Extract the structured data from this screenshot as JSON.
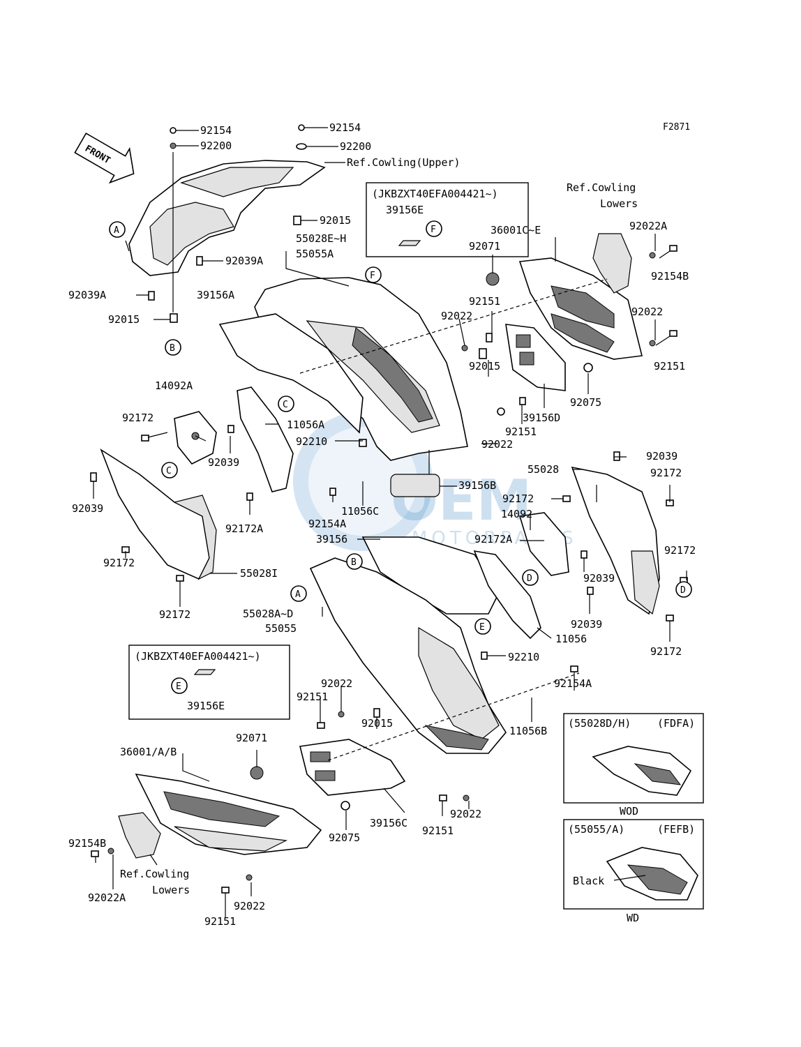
{
  "figure_code": "F2871",
  "front_label": "FRONT",
  "callouts": {
    "A": "A",
    "B": "B",
    "C": "C",
    "D": "D",
    "E": "E",
    "F": "F"
  },
  "labels": {
    "l_92154_top_left": "92154",
    "l_92200_top_left": "92200",
    "l_92154_top_mid": "92154",
    "l_92200_top_mid": "92200",
    "l_ref_cowling_upper": "Ref.Cowling(Upper)",
    "l_92015_a": "92015",
    "l_92039A_a": "92039A",
    "l_92039A_b": "92039A",
    "l_92015_b": "92015",
    "l_55028EH": "55028E~H",
    "l_55055A": "55055A",
    "l_39156A": "39156A",
    "l_14092A": "14092A",
    "l_92172_a": "92172",
    "l_11056A": "11056A",
    "l_92039_a": "92039",
    "l_92210_a": "92210",
    "l_92039_b": "92039",
    "l_92172A_a": "92172A",
    "l_92172_b": "92172",
    "l_55028I": "55028I",
    "l_92172_c": "92172",
    "l_11056C": "11056C",
    "l_92154A_a": "92154A",
    "l_39156": "39156",
    "l_55028AD": "55028A~D",
    "l_55055": "55055",
    "l_ref_cowling_lowers_r1": "Ref.Cowling",
    "l_ref_cowling_lowers_r2": "Lowers",
    "l_92022A_a": "92022A",
    "l_92154B_a": "92154B",
    "l_36001CE": "36001C~E",
    "l_92071_a": "92071",
    "l_92151_a": "92151",
    "l_92022_a": "92022",
    "l_92022_b": "92022",
    "l_92151_b": "92151",
    "l_92015_c": "92015",
    "l_92075_a": "92075",
    "l_39156D": "39156D",
    "l_92151_c": "92151",
    "l_92022_c": "92022",
    "l_39156B": "39156B",
    "l_92039_c": "92039",
    "l_55028": "55028",
    "l_92172_d": "92172",
    "l_92172_e": "92172",
    "l_14092": "14092",
    "l_92172A_b": "92172A",
    "l_92172_f": "92172",
    "l_92039_d": "92039",
    "l_92039_e": "92039",
    "l_11056": "11056",
    "l_92172_g": "92172",
    "l_92210_b": "92210",
    "l_92154A_b": "92154A",
    "l_11056B": "11056B",
    "l_92022_d": "92022",
    "l_92151_d": "92151",
    "l_92015_d": "92015",
    "l_36001AB": "36001/A/B",
    "l_92071_b": "92071",
    "l_39156C": "39156C",
    "l_92075_b": "92075",
    "l_92022_e": "92022",
    "l_92151_e": "92151",
    "l_92154B_b": "92154B",
    "l_92022A_b": "92022A",
    "l_ref_cowling_lowers_l1": "Ref.Cowling",
    "l_ref_cowling_lowers_l2": "Lowers",
    "l_92022_f": "92022",
    "l_92151_f": "92151"
  },
  "vin_box_top": {
    "title": "(JKBZXT40EFA004421~)",
    "part": "39156E",
    "callout": "F"
  },
  "vin_box_bottom": {
    "title": "(JKBZXT40EFA004421~)",
    "part": "39156E",
    "callout": "E"
  },
  "variant_box_1": {
    "parts": "(55028D/H)",
    "color_code": "(FDFA)",
    "caption": "WOD"
  },
  "variant_box_2": {
    "parts": "(55055/A)",
    "color_code": "(FEFB)",
    "note": "Black",
    "caption": "WD"
  },
  "watermark": {
    "brand": "OEM",
    "sub": "MOTORPARTS"
  },
  "colors": {
    "line": "#000000",
    "watermark": "#3d86c6",
    "shade": "#e2e2e2"
  }
}
